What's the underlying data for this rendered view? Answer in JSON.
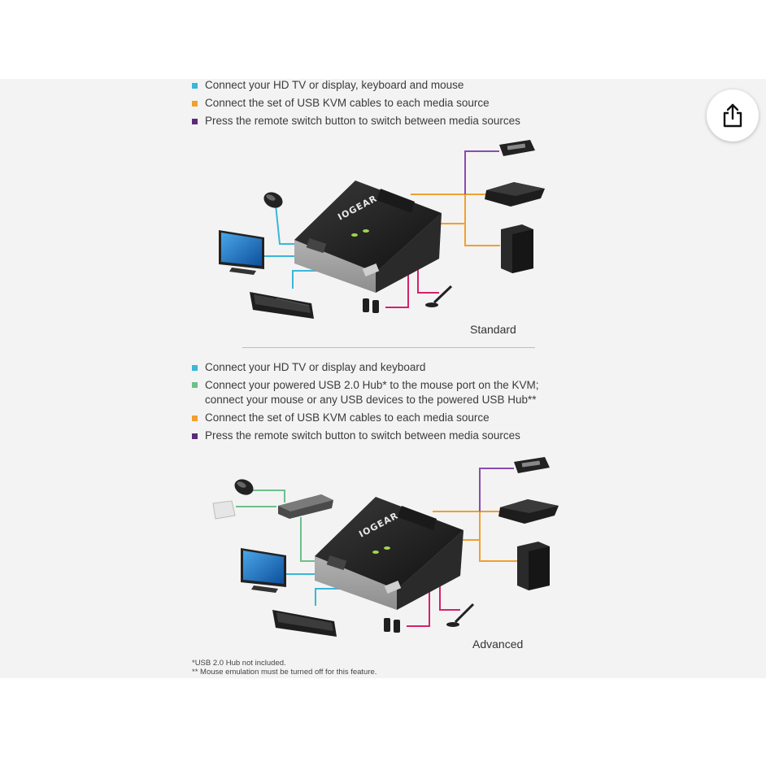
{
  "standard": {
    "bullets": [
      {
        "text": "Connect your HD TV or display, keyboard and mouse",
        "color": "#3ab6d9"
      },
      {
        "text": "Connect the set of USB KVM cables to each media source",
        "color": "#f0a030"
      },
      {
        "text": "Press the remote switch button to switch between media sources",
        "color": "#5a2a7a"
      }
    ],
    "caption": "Standard",
    "device_brand": "IOGEAR"
  },
  "advanced": {
    "bullets": [
      {
        "text": "Connect your HD TV or display and keyboard",
        "color": "#3ab6d9"
      },
      {
        "line1": "Connect your powered USB 2.0 Hub* to the mouse port on the KVM;",
        "line2": "connect your mouse or any USB devices to the powered USB Hub**",
        "color": "#6cc08a"
      },
      {
        "text": "Connect the set of USB KVM cables to each media source",
        "color": "#f0a030"
      },
      {
        "text": "Press the remote switch button to switch between media sources",
        "color": "#5a2a7a"
      }
    ],
    "caption": "Advanced",
    "device_brand": "IOGEAR"
  },
  "footnotes": [
    "*USB 2.0 Hub not included.",
    "** Mouse emulation must be turned off for this feature."
  ],
  "colors": {
    "display_cable": "#3ab6d9",
    "hub_cable": "#6cc08a",
    "kvm_cable": "#f0a030",
    "switch_cable": "#8a4bb0",
    "audio_cable": "#d4226a"
  },
  "share_button": {
    "icon": "share-icon"
  }
}
